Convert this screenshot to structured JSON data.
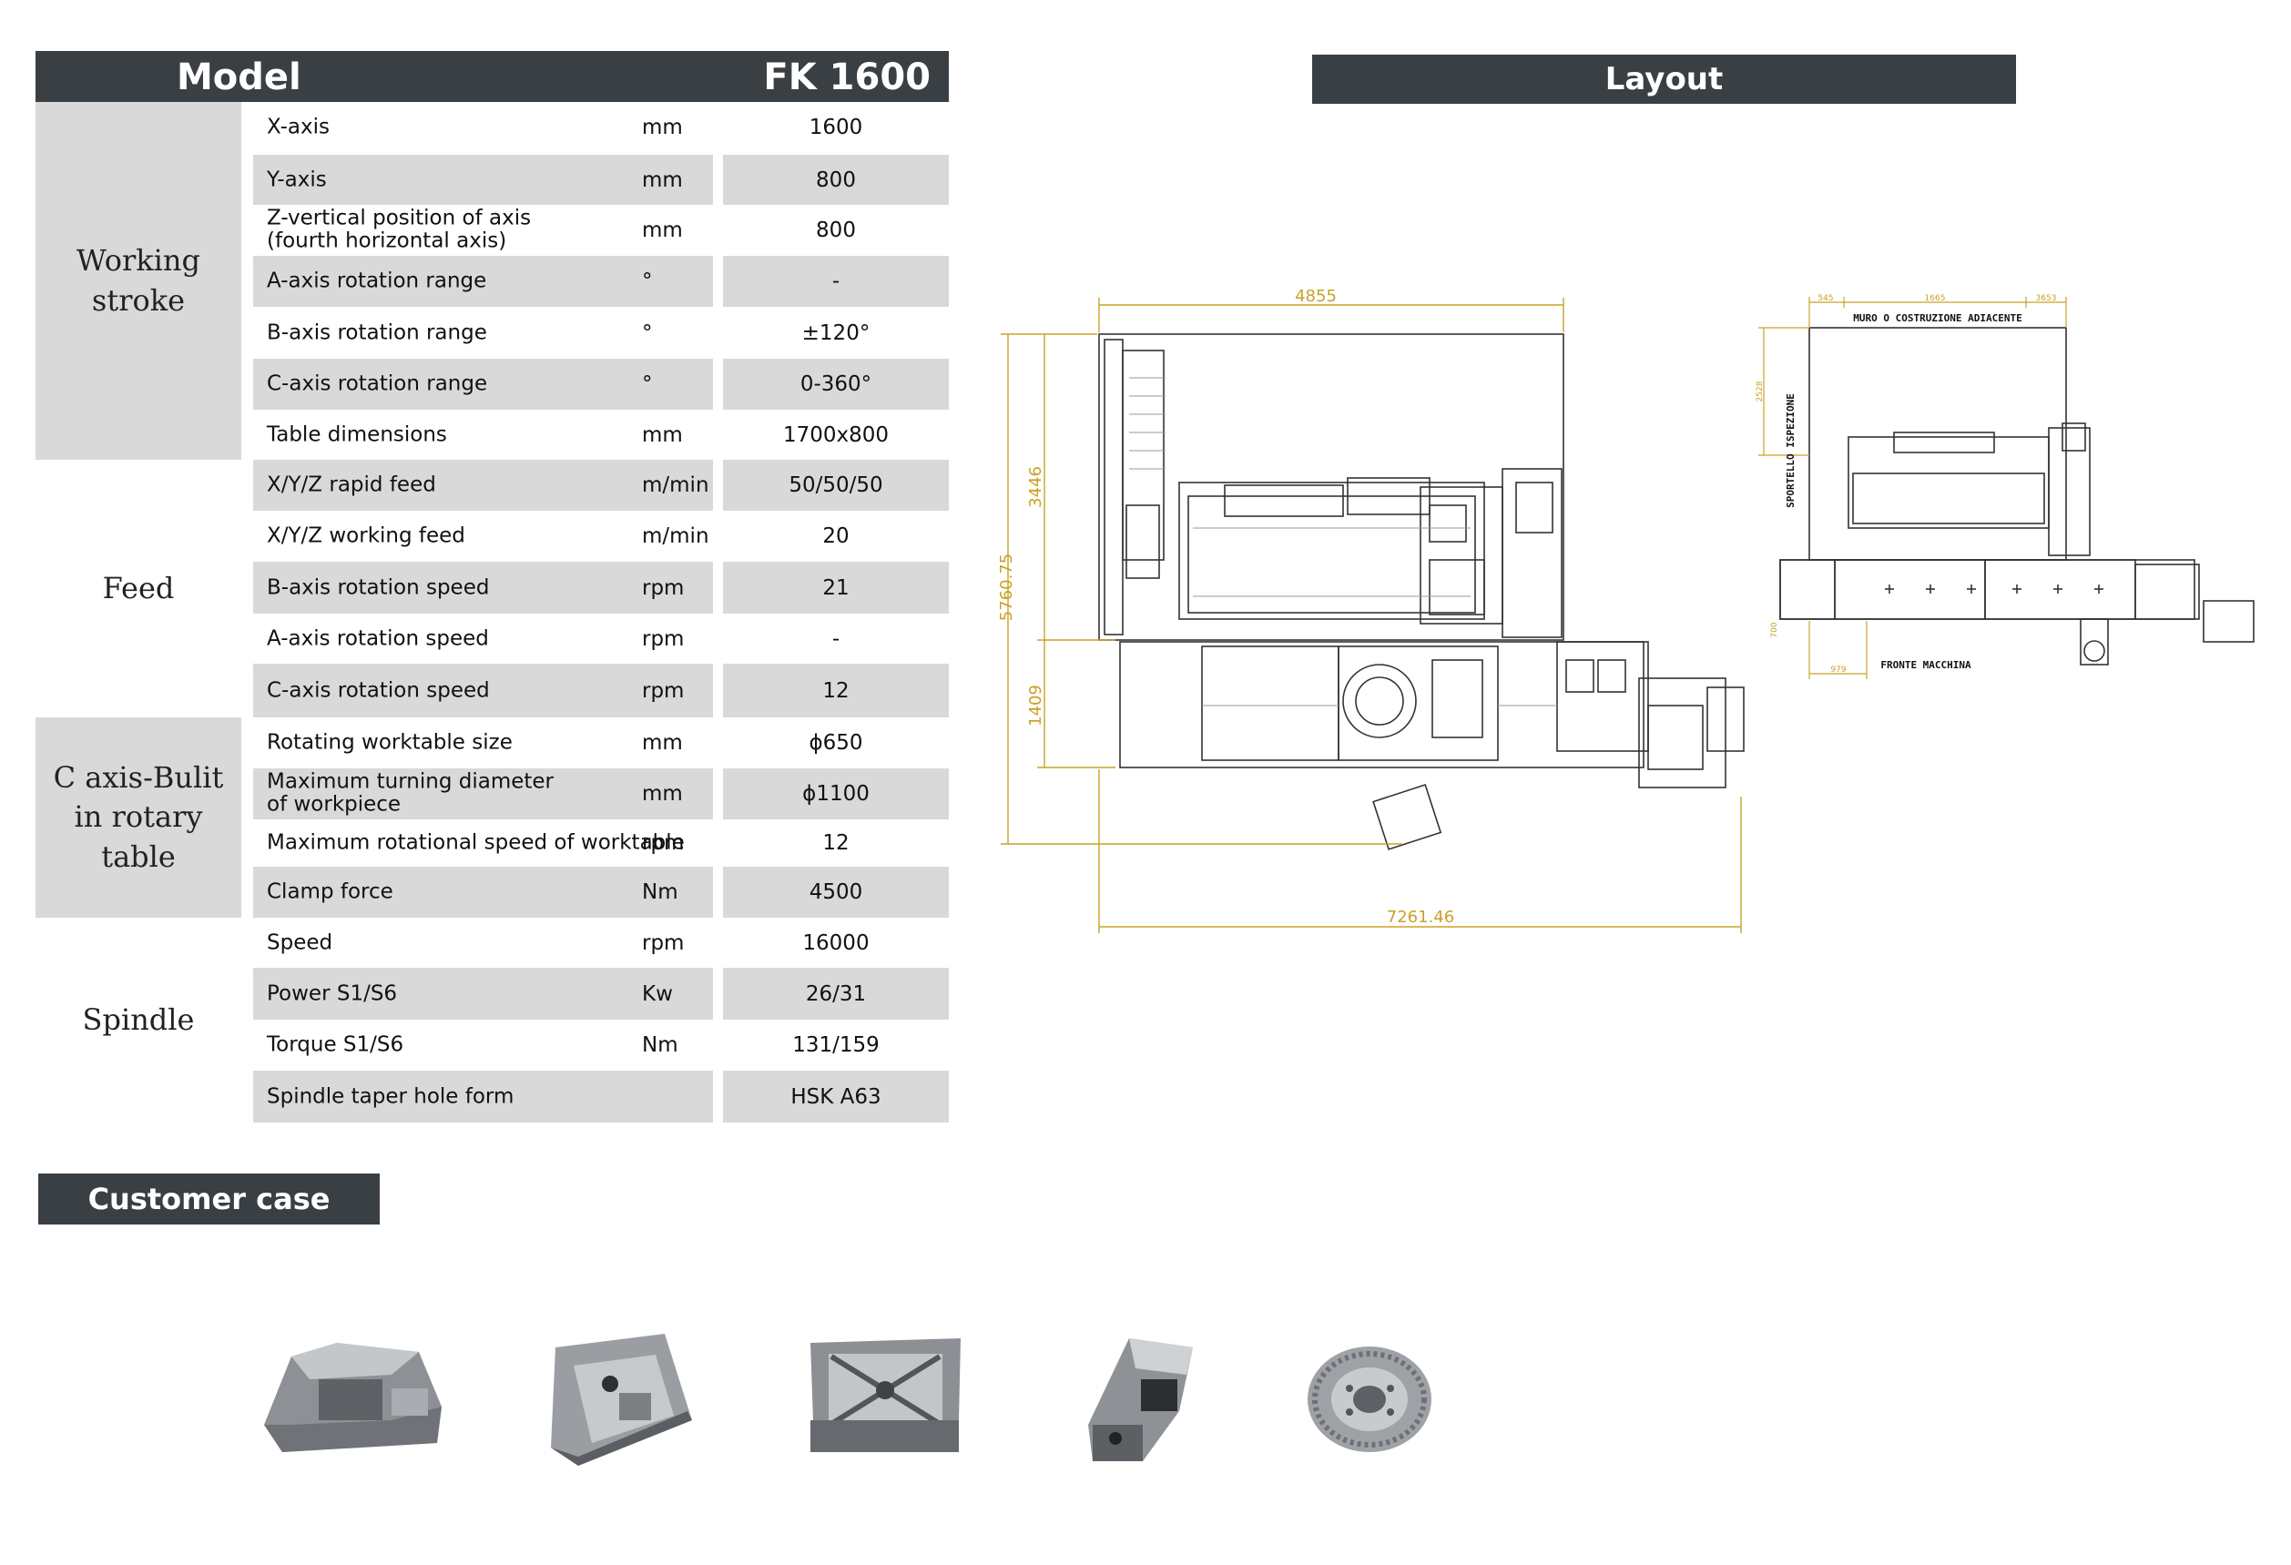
{
  "model_header": {
    "label": "Model",
    "value": "FK 1600"
  },
  "layout_header": {
    "label": "Layout"
  },
  "customer_header": {
    "label": "Customer case"
  },
  "groups": {
    "working_stroke": "Working stroke",
    "feed": "Feed",
    "c_axis": "C axis-Bulit in rotary table",
    "spindle": "Spindle"
  },
  "rows": [
    {
      "param": "X-axis",
      "unit": "mm",
      "value": "1600"
    },
    {
      "param": "Y-axis",
      "unit": "mm",
      "value": "800"
    },
    {
      "param": "Z-vertical position of axis\n (fourth horizontal axis)",
      "unit": "mm",
      "value": "800"
    },
    {
      "param": "A-axis rotation range",
      "unit": "°",
      "value": "-"
    },
    {
      "param": "B-axis rotation range",
      "unit": "°",
      "value": "±120°"
    },
    {
      "param": "C-axis rotation range",
      "unit": "°",
      "value": "0-360°"
    },
    {
      "param": "Table dimensions",
      "unit": "mm",
      "value": "1700x800"
    },
    {
      "param": "X/Y/Z rapid feed",
      "unit": "m/min",
      "value": "50/50/50"
    },
    {
      "param": "X/Y/Z working feed",
      "unit": "m/min",
      "value": "20"
    },
    {
      "param": "B-axis rotation speed",
      "unit": "rpm",
      "value": "21"
    },
    {
      "param": "A-axis rotation speed",
      "unit": "rpm",
      "value": "-"
    },
    {
      "param": "C-axis rotation speed",
      "unit": "rpm",
      "value": "12"
    },
    {
      "param": "Rotating worktable size",
      "unit": "mm",
      "value": "ϕ650"
    },
    {
      "param": "Maximum turning diameter\nof workpiece",
      "unit": "mm",
      "value": "ϕ1100"
    },
    {
      "param": "Maximum rotational speed of worktable",
      "unit": "rpm",
      "value": "12"
    },
    {
      "param": "Clamp force",
      "unit": "Nm",
      "value": "4500"
    },
    {
      "param": "Speed",
      "unit": "rpm",
      "value": "16000"
    },
    {
      "param": "Power S1/S6",
      "unit": "Kw",
      "value": "26/31"
    },
    {
      "param": "Torque S1/S6",
      "unit": "Nm",
      "value": "131/159"
    },
    {
      "param": "Spindle taper hole form",
      "unit": "",
      "value": "HSK A63"
    }
  ],
  "layout_drawing": {
    "dim_top": "4855",
    "dim_left_total": "5760.75",
    "dim_left_upper": "3446",
    "dim_left_lower": "1409",
    "dim_bottom": "7261.46",
    "side_top_label": "MURO O COSTRUZIONE ADIACENTE",
    "side_left_label": "SPORTELLO ISPEZIONE",
    "side_bottom_label": "FRONTE MACCHINA",
    "side_dim_a": "545",
    "side_dim_b": "1665",
    "side_dim_c": "3653",
    "side_dim_d": "979",
    "side_dim_e": "700",
    "side_dim_f": "2528"
  },
  "customer_cases": [
    "mold-part-photo",
    "housing-part-photo",
    "mold-cavity-photo",
    "bracket-part-photo",
    "gear-wheel-photo"
  ],
  "colors": {
    "header_bg": "#3a3f44",
    "shade": "#d9d9d9",
    "dimension": "#c9a227"
  }
}
